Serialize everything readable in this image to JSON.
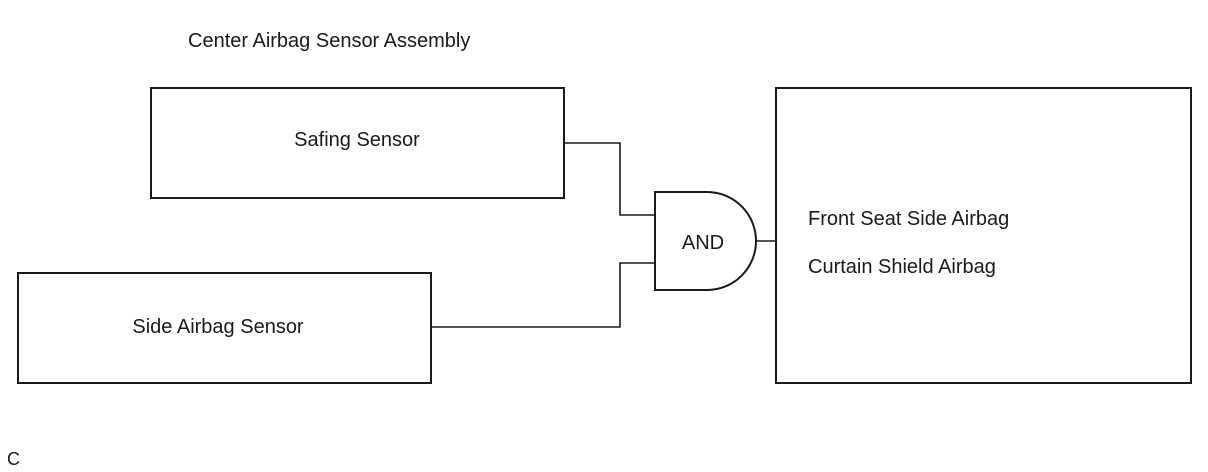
{
  "diagram": {
    "assembly_label": "Center Airbag Sensor Assembly",
    "safing_sensor": "Safing Sensor",
    "side_airbag_sensor": "Side Airbag Sensor",
    "gate_label": "AND",
    "output_lines": [
      "Front Seat Side Airbag",
      "Curtain Shield Airbag"
    ],
    "corner_mark": "C"
  }
}
